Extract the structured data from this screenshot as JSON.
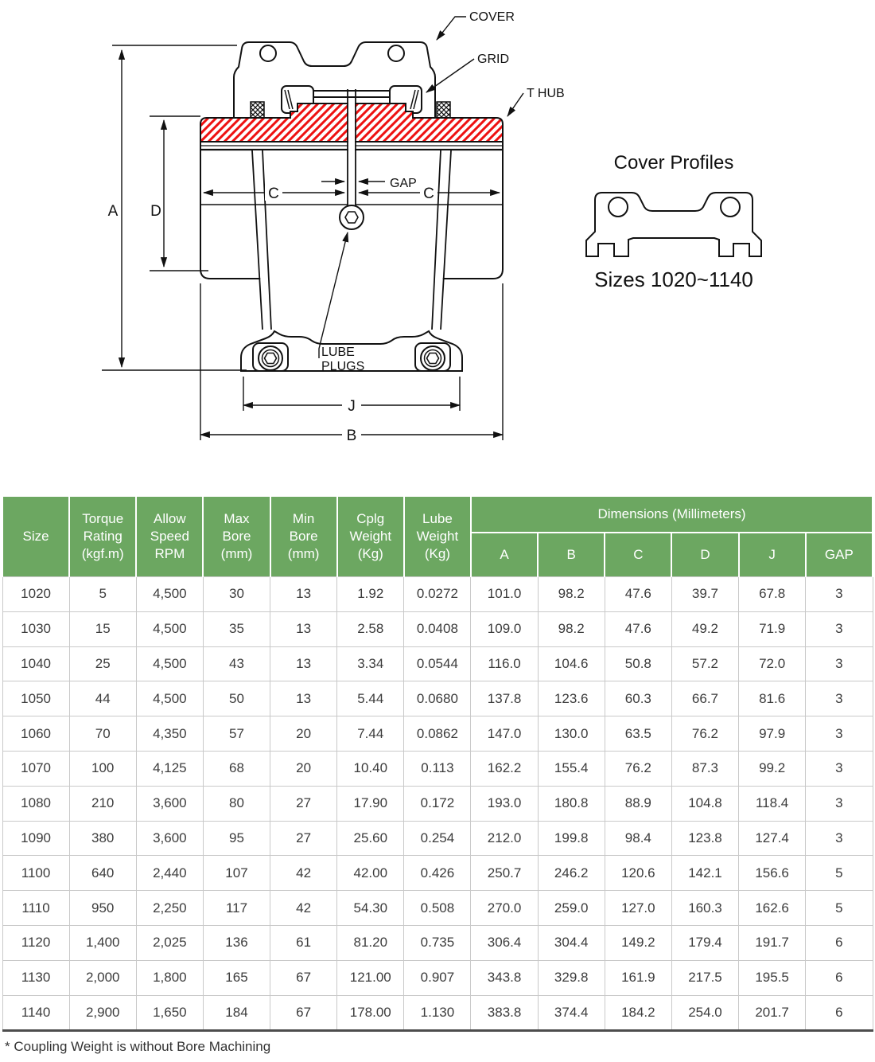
{
  "diagram": {
    "labels": {
      "cover": "COVER",
      "grid": "GRID",
      "t_hub": "T HUB",
      "gap": "GAP",
      "c": "C",
      "a": "A",
      "d": "D",
      "lube_line1": "LUBE",
      "lube_line2": "PLUGS",
      "j": "J",
      "b": "B"
    },
    "cover_profiles": {
      "title": "Cover Profiles",
      "caption": "Sizes 1020~1140"
    },
    "colors": {
      "line": "#111111",
      "hatch_red": "#ee1111"
    }
  },
  "table": {
    "colors": {
      "header_bg": "#6CA761",
      "header_text": "#ffffff",
      "cell_border": "#c9c9c9",
      "bottom_border": "#4d4d4d",
      "cell_text": "#3c3c3c"
    },
    "header": {
      "size": "Size",
      "torque": "Torque\nRating\n(kgf.m)",
      "speed": "Allow\nSpeed\nRPM",
      "max_bore": "Max\nBore\n(mm)",
      "min_bore": "Min\nBore\n(mm)",
      "cplg_weight": "Cplg\nWeight\n(Kg)",
      "lube_weight": "Lube\nWeight\n(Kg)",
      "dimensions_group": "Dimensions (Millimeters)",
      "dims": [
        "A",
        "B",
        "C",
        "D",
        "J",
        "GAP"
      ]
    },
    "column_keys": [
      "size",
      "torque_rating",
      "allow_speed_rpm",
      "max_bore",
      "min_bore",
      "cplg_weight",
      "lube_weight",
      "dim_a",
      "dim_b",
      "dim_c",
      "dim_d",
      "dim_j",
      "gap"
    ],
    "rows": [
      [
        "1020",
        "5",
        "4,500",
        "30",
        "13",
        "1.92",
        "0.0272",
        "101.0",
        "98.2",
        "47.6",
        "39.7",
        "67.8",
        "3"
      ],
      [
        "1030",
        "15",
        "4,500",
        "35",
        "13",
        "2.58",
        "0.0408",
        "109.0",
        "98.2",
        "47.6",
        "49.2",
        "71.9",
        "3"
      ],
      [
        "1040",
        "25",
        "4,500",
        "43",
        "13",
        "3.34",
        "0.0544",
        "116.0",
        "104.6",
        "50.8",
        "57.2",
        "72.0",
        "3"
      ],
      [
        "1050",
        "44",
        "4,500",
        "50",
        "13",
        "5.44",
        "0.0680",
        "137.8",
        "123.6",
        "60.3",
        "66.7",
        "81.6",
        "3"
      ],
      [
        "1060",
        "70",
        "4,350",
        "57",
        "20",
        "7.44",
        "0.0862",
        "147.0",
        "130.0",
        "63.5",
        "76.2",
        "97.9",
        "3"
      ],
      [
        "1070",
        "100",
        "4,125",
        "68",
        "20",
        "10.40",
        "0.113",
        "162.2",
        "155.4",
        "76.2",
        "87.3",
        "99.2",
        "3"
      ],
      [
        "1080",
        "210",
        "3,600",
        "80",
        "27",
        "17.90",
        "0.172",
        "193.0",
        "180.8",
        "88.9",
        "104.8",
        "118.4",
        "3"
      ],
      [
        "1090",
        "380",
        "3,600",
        "95",
        "27",
        "25.60",
        "0.254",
        "212.0",
        "199.8",
        "98.4",
        "123.8",
        "127.4",
        "3"
      ],
      [
        "1100",
        "640",
        "2,440",
        "107",
        "42",
        "42.00",
        "0.426",
        "250.7",
        "246.2",
        "120.6",
        "142.1",
        "156.6",
        "5"
      ],
      [
        "1110",
        "950",
        "2,250",
        "117",
        "42",
        "54.30",
        "0.508",
        "270.0",
        "259.0",
        "127.0",
        "160.3",
        "162.6",
        "5"
      ],
      [
        "1120",
        "1,400",
        "2,025",
        "136",
        "61",
        "81.20",
        "0.735",
        "306.4",
        "304.4",
        "149.2",
        "179.4",
        "191.7",
        "6"
      ],
      [
        "1130",
        "2,000",
        "1,800",
        "165",
        "67",
        "121.00",
        "0.907",
        "343.8",
        "329.8",
        "161.9",
        "217.5",
        "195.5",
        "6"
      ],
      [
        "1140",
        "2,900",
        "1,650",
        "184",
        "67",
        "178.00",
        "1.130",
        "383.8",
        "374.4",
        "184.2",
        "254.0",
        "201.7",
        "6"
      ]
    ],
    "note": "* Coupling Weight is without Bore Machining"
  }
}
